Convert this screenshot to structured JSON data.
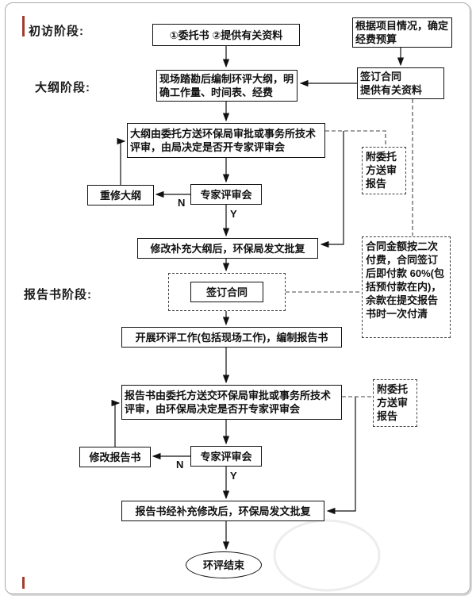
{
  "stages": {
    "initial": "初访阶段:",
    "outline": "大纲阶段:",
    "report": "报告书阶段:"
  },
  "nodes": {
    "consign": "①委托书 ②提供有关资料",
    "prepare_outline": "现场踏勘后编制环评大纲，明确工作量、时间表、经费",
    "outline_review": "大纲由委托方送环保局审批或事务所技术评审，由局决定是否开专家评审会",
    "redo_outline": "重修大纲",
    "expert_meeting_1": "专家评审会",
    "outline_approval": "修改补充大纲后，环保局发文批复",
    "sign_contract": "签订合同",
    "conduct_eia": "开展环评工作(包括现场工作)，编制报告书",
    "report_review": "报告书由委托方送交环保局审批或事务所技术评审，由环保局决定是否开专家评审会",
    "revise_report": "修改报告书",
    "expert_meeting_2": "专家评审会",
    "report_approval": "报告书经补充修改后，环保局发文批复",
    "end": "环评结束"
  },
  "side_notes": {
    "budget": "根据项目情况，确定经费预算",
    "contract_materials": "签订合同\n提供有关资料",
    "attach_report_1": "附委托方送审报告",
    "payment_terms": "合同金额按二次付费，合同签订后即付款 60%(包括预付款在内)，余款在提交报告书时一次付清",
    "attach_report_2": "附委托方送审报告"
  },
  "branch_labels": {
    "yes": "Y",
    "no": "N"
  }
}
